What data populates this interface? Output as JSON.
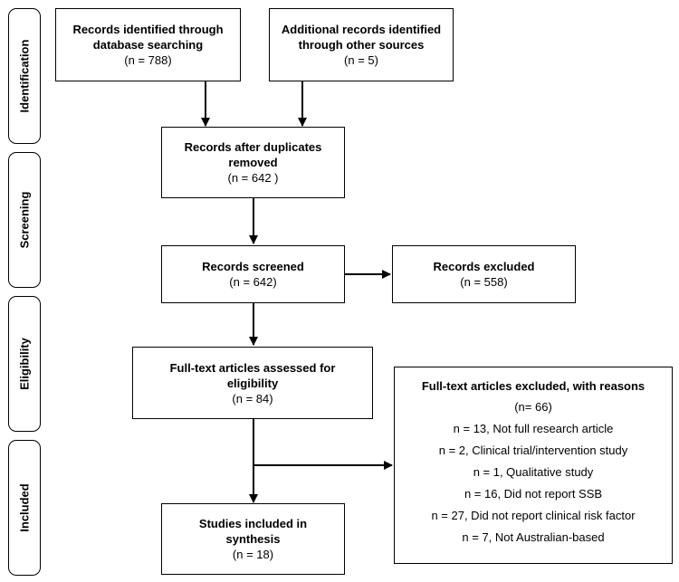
{
  "phases": {
    "identification": "Identification",
    "screening": "Screening",
    "eligibility": "Eligibility",
    "included": "Included"
  },
  "boxes": {
    "db_search": {
      "title_line1": "Records identified through",
      "title_line2": "database searching",
      "count": "(n = 788)"
    },
    "other_sources": {
      "title_line1": "Additional records identified",
      "title_line2": "through other sources",
      "count": "(n = 5)"
    },
    "after_duplicates": {
      "title_line1": "Records after duplicates",
      "title_line2": "removed",
      "count": "(n = 642 )"
    },
    "screened": {
      "title": "Records screened",
      "count": "(n = 642)"
    },
    "excluded": {
      "title": "Records excluded",
      "count": "(n = 558)"
    },
    "fulltext": {
      "title_line1": "Full-text articles assessed for",
      "title_line2": "eligibility",
      "count": "(n = 84)"
    },
    "fulltext_excluded": {
      "title": "Full-text articles excluded, with reasons",
      "count": "(n= 66)",
      "reasons": [
        "n = 13, Not full research article",
        "n = 2, Clinical trial/intervention study",
        "n = 1, Qualitative study",
        "n = 16, Did not report SSB",
        "n = 27, Did not report clinical risk factor",
        "n = 7, Not Australian-based"
      ]
    },
    "included": {
      "title_line1": "Studies included in",
      "title_line2": "synthesis",
      "count": "(n = 18)"
    }
  },
  "colors": {
    "line": "#000000",
    "background": "#ffffff"
  }
}
